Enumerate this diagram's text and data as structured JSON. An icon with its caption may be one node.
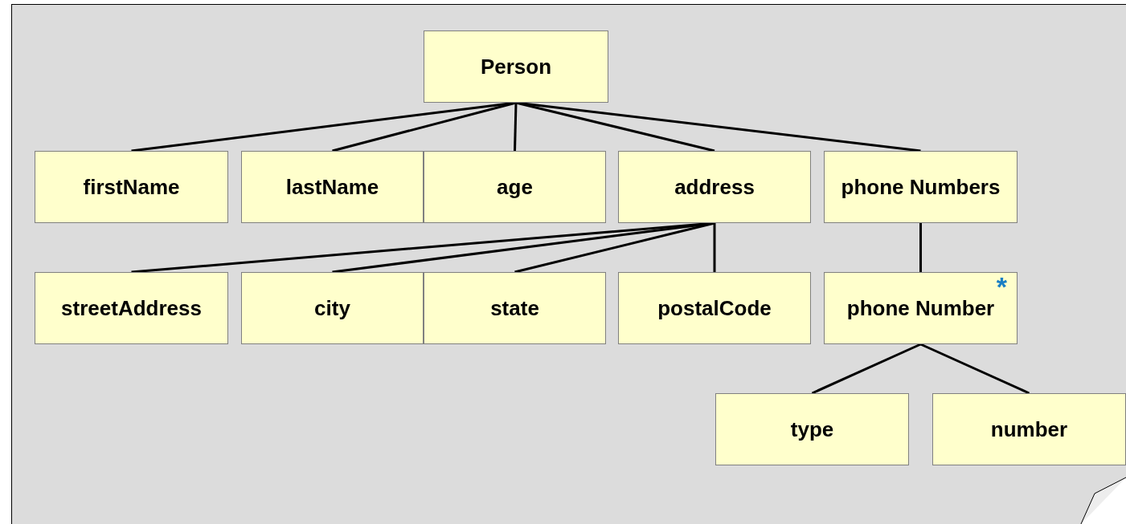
{
  "diagram": {
    "nodes": [
      {
        "text": [
          "Person"
        ]
      },
      {
        "text": [
          "firstName"
        ]
      },
      {
        "text": [
          "lastName"
        ]
      },
      {
        "text": [
          "age"
        ]
      },
      {
        "text": [
          "address"
        ]
      },
      {
        "text": [
          "phone Numbers"
        ]
      },
      {
        "text": [
          "streetAddress"
        ]
      },
      {
        "text": [
          "city"
        ]
      },
      {
        "text": [
          "state"
        ]
      },
      {
        "text": [
          "postalCode"
        ]
      },
      {
        "text": [
          "phone Number",
          "*"
        ]
      },
      {
        "text": [
          "type"
        ]
      },
      {
        "text": [
          "number"
        ]
      }
    ],
    "edges": [
      {
        "from": 0,
        "to": 1,
        "arrow": "none"
      },
      {
        "from": 0,
        "to": 2,
        "arrow": "none"
      },
      {
        "from": 0,
        "to": 3,
        "arrow": "none"
      },
      {
        "from": 0,
        "to": 4,
        "arrow": "none"
      },
      {
        "from": 0,
        "to": 5,
        "arrow": "none"
      },
      {
        "from": 4,
        "to": 6,
        "arrow": "none"
      },
      {
        "from": 4,
        "to": 7,
        "arrow": "none"
      },
      {
        "from": 4,
        "to": 8,
        "arrow": "none"
      },
      {
        "from": 4,
        "to": 9,
        "arrow": "none"
      },
      {
        "from": 5,
        "to": 10,
        "arrow": "none"
      },
      {
        "from": 10,
        "to": 11,
        "arrow": "none"
      },
      {
        "from": 10,
        "to": 12,
        "arrow": "none"
      }
    ]
  }
}
